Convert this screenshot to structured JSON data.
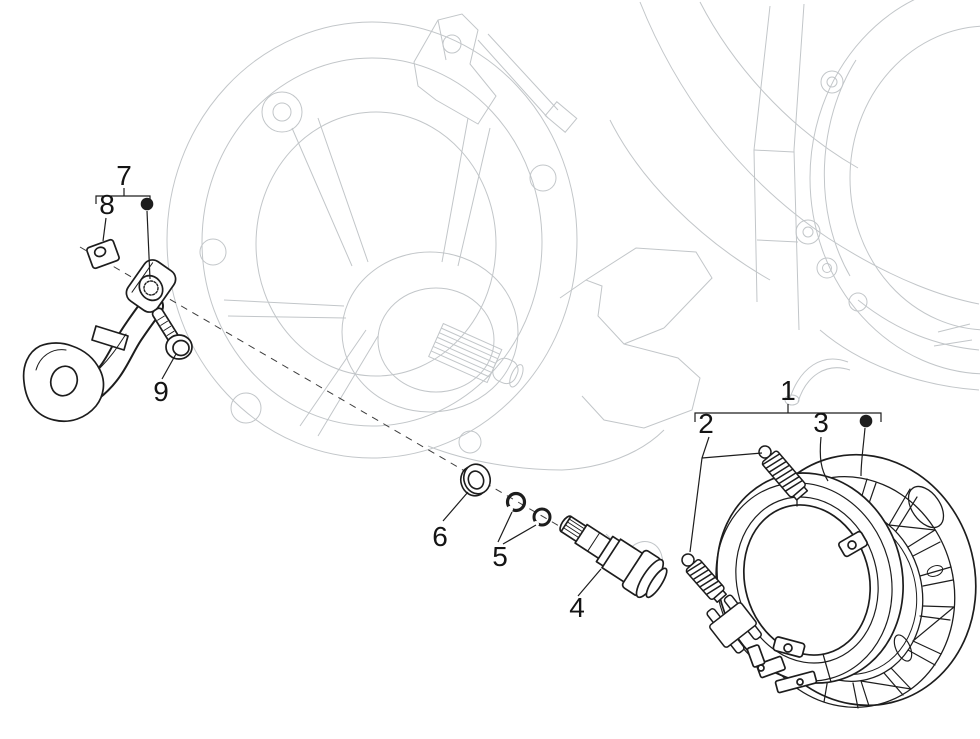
{
  "diagram": {
    "background_color": "#ffffff",
    "foreground_line_color": "#1d1d1d",
    "background_line_color": "#c2c6c9",
    "callout_text_color": "#141414",
    "callouts": [
      {
        "label": "1"
      },
      {
        "label": "2"
      },
      {
        "label": "3"
      },
      {
        "label": "4"
      },
      {
        "label": "5"
      },
      {
        "label": "6"
      },
      {
        "label": "7"
      },
      {
        "label": "8"
      },
      {
        "label": "9"
      }
    ]
  }
}
